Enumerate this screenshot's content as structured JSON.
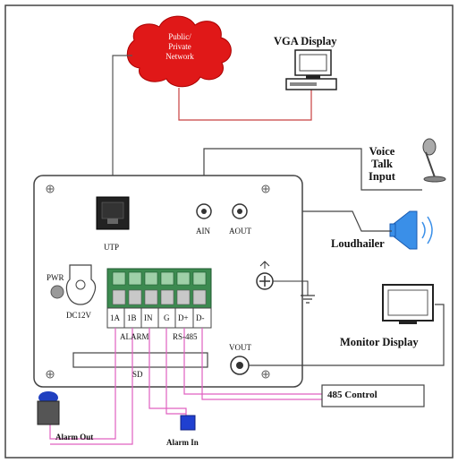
{
  "network": {
    "line1": "Public/",
    "line2": "Private",
    "line3": "Network"
  },
  "vga_display": {
    "label": "VGA Display"
  },
  "voice_talk": {
    "line1": "Voice",
    "line2": "Talk",
    "line3": "Input"
  },
  "loudhailer": {
    "label": "Loudhailer"
  },
  "monitor": {
    "label": "Monitor Display"
  },
  "camera": {
    "utp": "UTP",
    "ain": "AIN",
    "aout": "AOUT",
    "pwr": "PWR",
    "dc12v": "DC12V",
    "vout": "VOUT",
    "sd": "SD",
    "alarm_group": "ALARM",
    "rs485_group": "RS-485",
    "terminals": [
      "1A",
      "1B",
      "IN",
      "G",
      "D+",
      "D-"
    ]
  },
  "control_485": {
    "label": "485 Control"
  },
  "alarm_out": {
    "label": "Alarm Out"
  },
  "alarm_in": {
    "label": "Alarm In"
  },
  "colors": {
    "network": "#e01818",
    "wire_red": "#c84040",
    "wire_pink": "#e060c0",
    "speaker_blue": "#3a8fe8",
    "terminal_green": "#3c8a50"
  }
}
